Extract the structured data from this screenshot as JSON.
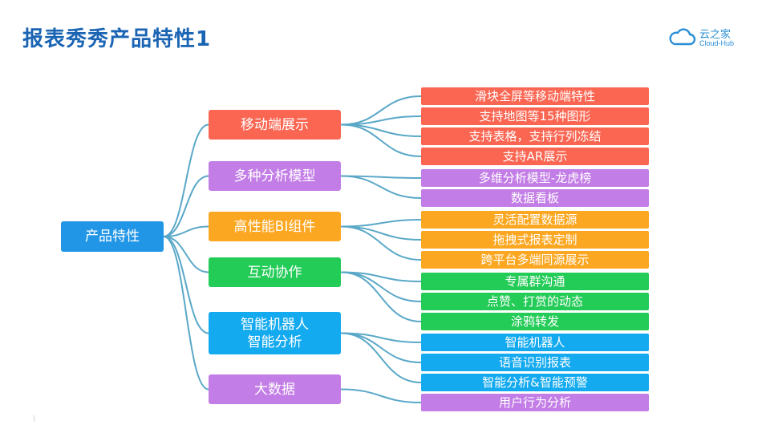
{
  "title": "报表秀秀产品特性1",
  "logo": {
    "cn": "云之家",
    "en": "Cloud-Hub",
    "icon": "cloud-icon"
  },
  "colors": {
    "red": "#fa6652",
    "purple": "#c37de6",
    "orange": "#fca721",
    "green": "#23cb57",
    "blue": "#14aaf0",
    "root": "#2196e6",
    "line": "#5aa8c8"
  },
  "root": "产品特性",
  "categories": [
    {
      "label": "移动端展示",
      "color": "red",
      "leaves": [
        "滑块全屏等移动端特性",
        "支持地图等15种图形",
        "支持表格，支持行列冻结",
        "支持AR展示"
      ]
    },
    {
      "label": "多种分析模型",
      "color": "purple",
      "leaves": [
        "多维分析模型-龙虎榜",
        "数据看板"
      ]
    },
    {
      "label": "高性能BI组件",
      "color": "orange",
      "leaves": [
        "灵活配置数据源",
        "拖拽式报表定制",
        "跨平台多端同源展示"
      ]
    },
    {
      "label": "互动协作",
      "color": "green",
      "leaves": [
        "专属群沟通",
        "点赞、打赏的动态",
        "涂鸦转发"
      ]
    },
    {
      "label": "智能机器人\n智能分析",
      "color": "blue",
      "leaves": [
        "智能机器人",
        "语音识别报表",
        "智能分析&智能预警"
      ]
    },
    {
      "label": "大数据",
      "color": "purple",
      "leaves": [
        "用户行为分析"
      ]
    }
  ]
}
